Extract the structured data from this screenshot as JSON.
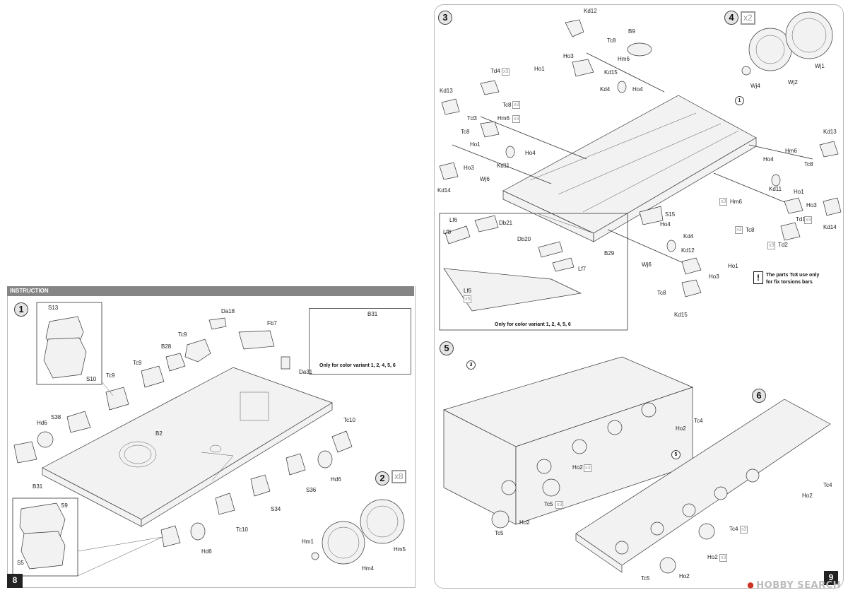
{
  "left_page": {
    "header": "INSTRUCTION",
    "page_number": "8",
    "step1": {
      "number": "1"
    },
    "step2": {
      "number": "2",
      "multiplier": "x8"
    },
    "variant_note": "Only for color variant 1, 2, 4, 5, 6",
    "labels": [
      {
        "id": "S13",
        "text": "S13"
      },
      {
        "id": "S10",
        "text": "S10"
      },
      {
        "id": "S9",
        "text": "S9"
      },
      {
        "id": "S5",
        "text": "S5"
      },
      {
        "id": "Da18",
        "text": "Da18"
      },
      {
        "id": "Fb7",
        "text": "Fb7"
      },
      {
        "id": "Da31",
        "text": "Da31"
      },
      {
        "id": "B31a",
        "text": "B31"
      },
      {
        "id": "Tc9a",
        "text": "Tc9"
      },
      {
        "id": "B28",
        "text": "B28"
      },
      {
        "id": "Tc9b",
        "text": "Tc9"
      },
      {
        "id": "Tc9c",
        "text": "Tc9"
      },
      {
        "id": "S38",
        "text": "S38"
      },
      {
        "id": "Hd6a",
        "text": "Hd6"
      },
      {
        "id": "B2",
        "text": "B2"
      },
      {
        "id": "B31b",
        "text": "B31"
      },
      {
        "id": "Tc10a",
        "text": "Tc10"
      },
      {
        "id": "Hd6b",
        "text": "Hd6"
      },
      {
        "id": "S36",
        "text": "S36"
      },
      {
        "id": "S34",
        "text": "S34"
      },
      {
        "id": "Tc10b",
        "text": "Tc10"
      },
      {
        "id": "Hd6c",
        "text": "Hd6"
      },
      {
        "id": "Hm1",
        "text": "Hm1"
      },
      {
        "id": "Hm4",
        "text": "Hm4"
      },
      {
        "id": "Hm5",
        "text": "Hm5"
      }
    ]
  },
  "right_page": {
    "page_number": "9",
    "step3": {
      "number": "3"
    },
    "step4": {
      "number": "4",
      "multiplier": "x2"
    },
    "step5": {
      "number": "5"
    },
    "step6": {
      "number": "6"
    },
    "ref_1": "1",
    "ref_3": "3",
    "ref_5": "5",
    "variant_note": "Only for color variant 1, 2, 4, 5, 6",
    "warning_note_line1": "The parts Tc8 use only",
    "warning_note_line2": "for fix torsions bars",
    "warning_icon": "!",
    "labels": [
      {
        "id": "Kd12a",
        "text": "Kd12"
      },
      {
        "id": "B9",
        "text": "B9"
      },
      {
        "id": "Tc8a",
        "text": "Tc8"
      },
      {
        "id": "Hm6a",
        "text": "Hm6"
      },
      {
        "id": "Ho3a",
        "text": "Ho3"
      },
      {
        "id": "Ho1a",
        "text": "Ho1"
      },
      {
        "id": "Kd15a",
        "text": "Kd15"
      },
      {
        "id": "Td4",
        "text": "Td4"
      },
      {
        "id": "Kd4a",
        "text": "Kd4"
      },
      {
        "id": "Ho4a",
        "text": "Ho4"
      },
      {
        "id": "Kd13a",
        "text": "Kd13"
      },
      {
        "id": "Tc8b",
        "text": "Tc8"
      },
      {
        "id": "Td3",
        "text": "Td3"
      },
      {
        "id": "Hm6b",
        "text": "Hm6"
      },
      {
        "id": "Tc8c",
        "text": "Tc8"
      },
      {
        "id": "Ho1b",
        "text": "Ho1"
      },
      {
        "id": "Ho4b",
        "text": "Ho4"
      },
      {
        "id": "Kd11a",
        "text": "Kd11"
      },
      {
        "id": "Ho3b",
        "text": "Ho3"
      },
      {
        "id": "Wj6a",
        "text": "Wj6"
      },
      {
        "id": "Kd14a",
        "text": "Kd14"
      },
      {
        "id": "Wj1",
        "text": "Wj1"
      },
      {
        "id": "Wj4",
        "text": "Wj4"
      },
      {
        "id": "Wj2",
        "text": "Wj2"
      },
      {
        "id": "Kd13b",
        "text": "Kd13"
      },
      {
        "id": "Hm6c",
        "text": "Hm6"
      },
      {
        "id": "Tc8d",
        "text": "Tc8"
      },
      {
        "id": "Ho4c",
        "text": "Ho4"
      },
      {
        "id": "Kd11b",
        "text": "Kd11"
      },
      {
        "id": "Ho1c",
        "text": "Ho1"
      },
      {
        "id": "Hm6d",
        "text": "Hm6"
      },
      {
        "id": "Ho3c",
        "text": "Ho3"
      },
      {
        "id": "Td1",
        "text": "Td1"
      },
      {
        "id": "Kd14b",
        "text": "Kd14"
      },
      {
        "id": "Tc8e",
        "text": "Tc8"
      },
      {
        "id": "Td2",
        "text": "Td2"
      },
      {
        "id": "Lf6a",
        "text": "Lf6"
      },
      {
        "id": "Db21",
        "text": "Db21"
      },
      {
        "id": "Lf8",
        "text": "Lf8"
      },
      {
        "id": "Db20",
        "text": "Db20"
      },
      {
        "id": "Lf7",
        "text": "Lf7"
      },
      {
        "id": "Lf6b",
        "text": "Lf6"
      },
      {
        "id": "S15",
        "text": "S15"
      },
      {
        "id": "Ho4d",
        "text": "Ho4"
      },
      {
        "id": "Kd4b",
        "text": "Kd4"
      },
      {
        "id": "B29",
        "text": "B29"
      },
      {
        "id": "Kd12b",
        "text": "Kd12"
      },
      {
        "id": "Wj6b",
        "text": "Wj6"
      },
      {
        "id": "Ho1d",
        "text": "Ho1"
      },
      {
        "id": "Ho3d",
        "text": "Ho3"
      },
      {
        "id": "Tc8f",
        "text": "Tc8"
      },
      {
        "id": "Kd15b",
        "text": "Kd15"
      },
      {
        "id": "Ho2a",
        "text": "Ho2"
      },
      {
        "id": "Tc4a",
        "text": "Tc4"
      },
      {
        "id": "Ho2b",
        "text": "Ho2"
      },
      {
        "id": "Tc5a",
        "text": "Tc5"
      },
      {
        "id": "Ho2c",
        "text": "Ho2"
      },
      {
        "id": "Tc5b",
        "text": "Tc5"
      },
      {
        "id": "Tc4b",
        "text": "Tc4"
      },
      {
        "id": "Ho2d",
        "text": "Ho2"
      },
      {
        "id": "Tc4c",
        "text": "Tc4"
      },
      {
        "id": "Ho2e",
        "text": "Ho2"
      },
      {
        "id": "Tc5c",
        "text": "Tc5"
      },
      {
        "id": "Ho2f",
        "text": "Ho2"
      }
    ],
    "multipliers": [
      {
        "id": "m_td4",
        "text": "x3"
      },
      {
        "id": "m_tc8",
        "text": "x3"
      },
      {
        "id": "m_hm6",
        "text": "x3"
      },
      {
        "id": "m_td1",
        "text": "x3"
      },
      {
        "id": "m_tc8r",
        "text": "x3"
      },
      {
        "id": "m_td2",
        "text": "x3"
      },
      {
        "id": "m_hm6r",
        "text": "x3"
      },
      {
        "id": "m_lf6",
        "text": "x5"
      },
      {
        "id": "m_ho2a",
        "text": "x3"
      },
      {
        "id": "m_tc5",
        "text": "x3"
      },
      {
        "id": "m_tc4",
        "text": "x3"
      },
      {
        "id": "m_ho2b",
        "text": "x3"
      }
    ]
  },
  "watermark": {
    "brand": "HOBBY SEARCH",
    "mark": "⬢"
  }
}
